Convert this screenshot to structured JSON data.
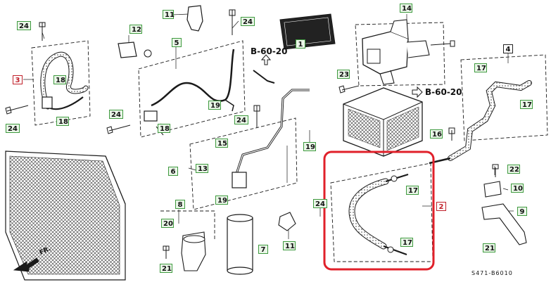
{
  "diagram_code": "S471-B6010",
  "front_label": "FR.",
  "refs": [
    {
      "text": "B-60-20"
    },
    {
      "text": "B-60-20"
    }
  ],
  "callouts": [
    {
      "id": "24a",
      "num": "24",
      "style": "g"
    },
    {
      "id": "11a",
      "num": "11",
      "style": "g"
    },
    {
      "id": "24b",
      "num": "24",
      "style": "g"
    },
    {
      "id": "12",
      "num": "12",
      "style": "g"
    },
    {
      "id": "5",
      "num": "5",
      "style": "g"
    },
    {
      "id": "1",
      "num": "1",
      "style": "g"
    },
    {
      "id": "14",
      "num": "14",
      "style": "g"
    },
    {
      "id": "3",
      "num": "3",
      "style": "r"
    },
    {
      "id": "18a",
      "num": "18",
      "style": "g"
    },
    {
      "id": "18b",
      "num": "18",
      "style": "g"
    },
    {
      "id": "24c",
      "num": "24",
      "style": "g"
    },
    {
      "id": "19a",
      "num": "19",
      "style": "g"
    },
    {
      "id": "24d",
      "num": "24",
      "style": "g"
    },
    {
      "id": "18c",
      "num": "18",
      "style": "g"
    },
    {
      "id": "24e",
      "num": "24",
      "style": "g"
    },
    {
      "id": "23",
      "num": "23",
      "style": "g"
    },
    {
      "id": "4",
      "num": "4",
      "style": "k"
    },
    {
      "id": "17a",
      "num": "17",
      "style": "g"
    },
    {
      "id": "17b",
      "num": "17",
      "style": "g"
    },
    {
      "id": "16",
      "num": "16",
      "style": "g"
    },
    {
      "id": "15",
      "num": "15",
      "style": "g"
    },
    {
      "id": "19b",
      "num": "19",
      "style": "g"
    },
    {
      "id": "13",
      "num": "13",
      "style": "g"
    },
    {
      "id": "6",
      "num": "6",
      "style": "g"
    },
    {
      "id": "22",
      "num": "22",
      "style": "g"
    },
    {
      "id": "10",
      "num": "10",
      "style": "g"
    },
    {
      "id": "17c",
      "num": "17",
      "style": "g"
    },
    {
      "id": "19c",
      "num": "19",
      "style": "g"
    },
    {
      "id": "2",
      "num": "2",
      "style": "r"
    },
    {
      "id": "24f",
      "num": "24",
      "style": "g"
    },
    {
      "id": "9",
      "num": "9",
      "style": "g"
    },
    {
      "id": "8",
      "num": "8",
      "style": "g"
    },
    {
      "id": "20",
      "num": "20",
      "style": "g"
    },
    {
      "id": "11b",
      "num": "11",
      "style": "g"
    },
    {
      "id": "17d",
      "num": "17",
      "style": "g"
    },
    {
      "id": "7",
      "num": "7",
      "style": "g"
    },
    {
      "id": "21a",
      "num": "21",
      "style": "g"
    },
    {
      "id": "21b",
      "num": "21",
      "style": "g"
    }
  ],
  "colors": {
    "highlight": "#e0202a",
    "callout_green": "#3f9a3f",
    "ink": "#1a1a1a"
  }
}
